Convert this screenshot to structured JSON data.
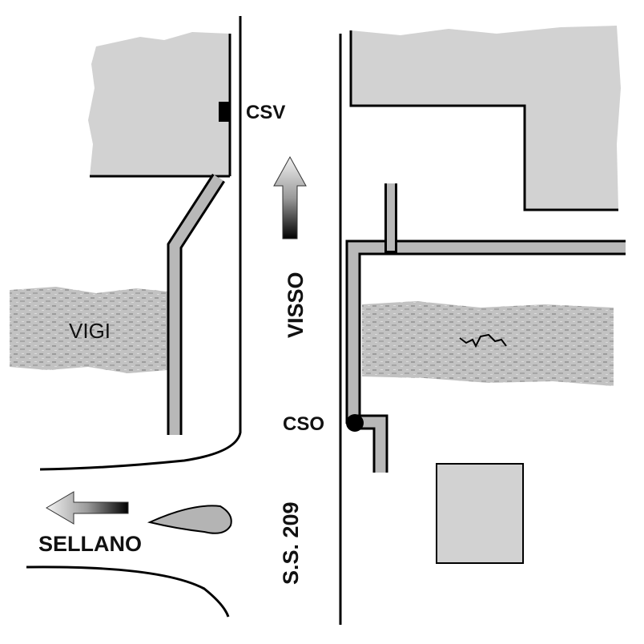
{
  "labels": {
    "csv": "CSV",
    "cso": "CSO",
    "vigi": "VIGI",
    "visso": "VISSO",
    "sellano": "SELLANO",
    "road": "S.S. 209"
  },
  "colors": {
    "building_fill": "#d2d2d2",
    "river_fill": "#bdbdbd",
    "pipe_fill": "#b8b8b8",
    "line": "#000000",
    "background": "#ffffff"
  },
  "icons": {
    "north_arrow": "arrow-up-gradient",
    "west_arrow": "arrow-left-gradient",
    "cso_marker": "filled-circle",
    "csv_marker": "filled-rectangle"
  }
}
